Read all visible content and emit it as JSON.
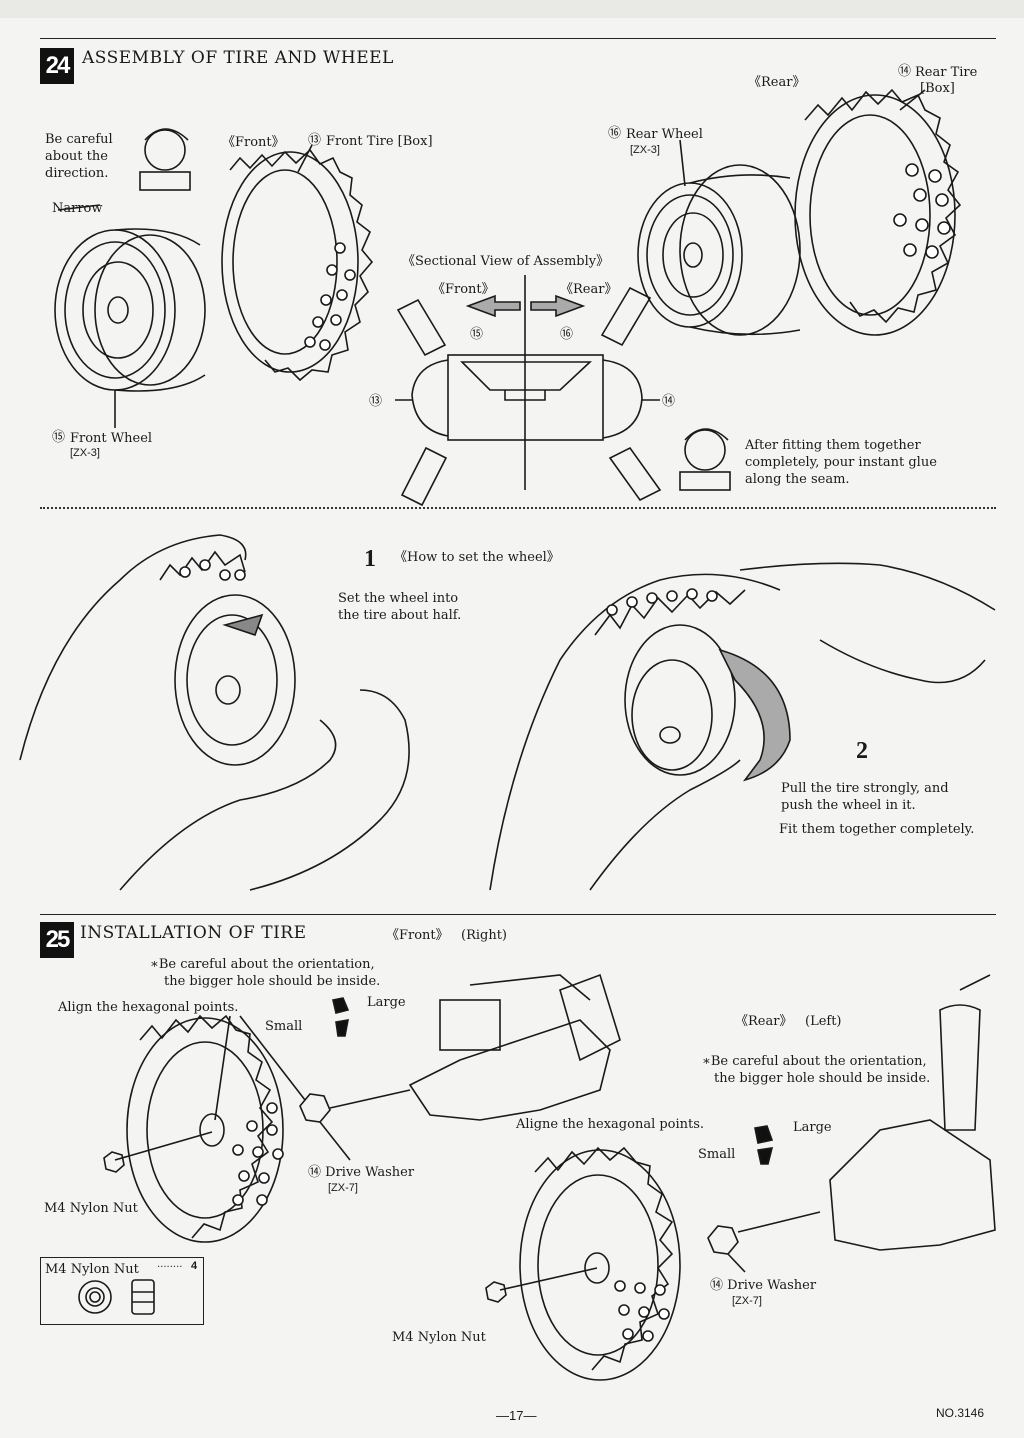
{
  "step24": {
    "number": "24",
    "title": "ASSEMBLY OF TIRE AND WHEEL",
    "caution": [
      "Be careful",
      "about the",
      "direction."
    ],
    "narrow": "Narrow",
    "front_tag": "《Front》",
    "front_tire": "Front Tire [Box]",
    "front_tire_num": "⑬",
    "front_wheel": "Front Wheel",
    "front_wheel_num": "⑮",
    "front_wheel_code": "[ZX-3]",
    "rear_tag": "《Rear》",
    "rear_tire": "Rear Tire",
    "rear_tire_num": "⑭",
    "rear_tire_box": "[Box]",
    "rear_wheel": "Rear Wheel",
    "rear_wheel_num": "⑯",
    "rear_wheel_code": "[ZX-3]",
    "sectional_title": "《Sectional View of Assembly》",
    "sectional_front": "《Front》",
    "sectional_rear": "《Rear》",
    "glue_note": [
      "After fitting them together",
      "completely, pour instant glue",
      "along the seam."
    ]
  },
  "howto": {
    "step1_num": "1",
    "step1_title": "《How to set the wheel》",
    "step1_text": [
      "Set the wheel into",
      "the tire about half."
    ],
    "step2_num": "2",
    "step2_text": [
      "Pull the tire strongly, and",
      "push the wheel in it."
    ],
    "step2_text2": "Fit them together completely."
  },
  "step25": {
    "number": "25",
    "title": "INSTALLATION OF TIRE",
    "front_tag": "《Front》",
    "right_tag": "(Right)",
    "note_front": [
      "∗Be careful about the orientation,",
      "the bigger hole should be inside."
    ],
    "align_front": "Align the hexagonal points.",
    "large": "Large",
    "small": "Small",
    "drive_washer": "Drive Washer",
    "drive_washer_code": "[ZX-7]",
    "nylon_nut": "M4 Nylon Nut",
    "rear_tag": "《Rear》",
    "left_tag": "(Left)",
    "note_rear": [
      "∗Be careful about the orientation,",
      "the bigger hole should be inside."
    ],
    "align_rear": "Aligne the hexagonal points.",
    "large_rear": "Large",
    "small_rear": "Small",
    "drive_washer_rear": "Drive Washer",
    "drive_washer_rear_code": "[ZX-7]",
    "nylon_nut_rear": "M4 Nylon Nut",
    "parts_label": "M4 Nylon Nut",
    "parts_qty": "4"
  },
  "footer": {
    "page": "—17—",
    "doc_no": "NO.3146"
  }
}
